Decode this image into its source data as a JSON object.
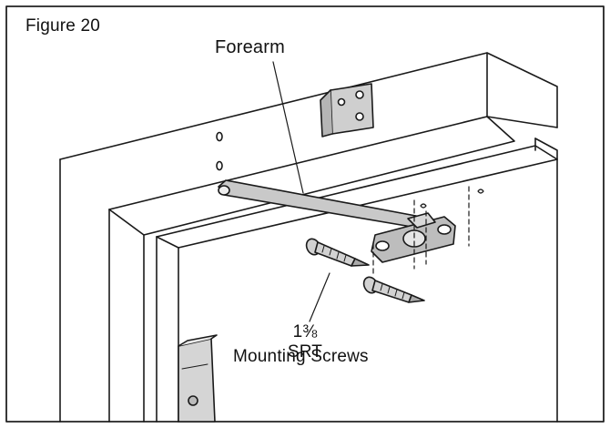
{
  "figure": {
    "title": "Figure 20",
    "labels": {
      "forearm": "Forearm",
      "screw_size": "1⅜ SRT",
      "screw_type": "Mounting Screws"
    }
  }
}
